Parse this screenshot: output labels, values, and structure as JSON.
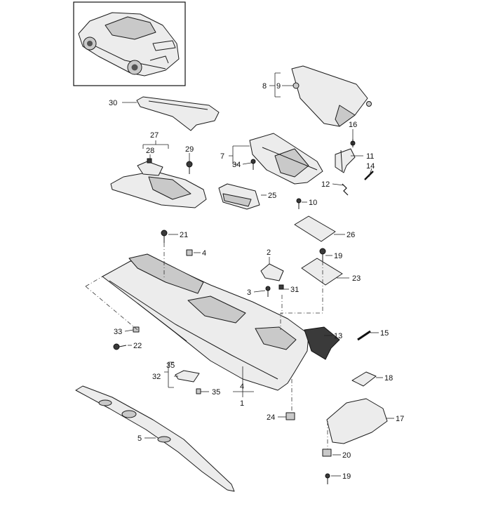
{
  "labels": {
    "n1": "1",
    "n2": "2",
    "n3": "3",
    "n4": "4",
    "n4b": "4",
    "n5": "5",
    "n7": "7",
    "n8": "8",
    "n9": "9",
    "n10": "10",
    "n11": "11",
    "n12": "12",
    "n13": "13",
    "n14": "14",
    "n15": "15",
    "n16": "16",
    "n17": "17",
    "n18": "18",
    "n19": "19",
    "n19b": "19",
    "n20": "20",
    "n21": "21",
    "n22": "22",
    "n23": "23",
    "n24": "24",
    "n25": "25",
    "n26": "26",
    "n27": "27",
    "n28": "28",
    "n29": "29",
    "n30": "30",
    "n31": "31",
    "n32": "32",
    "n33": "33",
    "n34": "34",
    "n35": "35",
    "n35b": "35"
  }
}
